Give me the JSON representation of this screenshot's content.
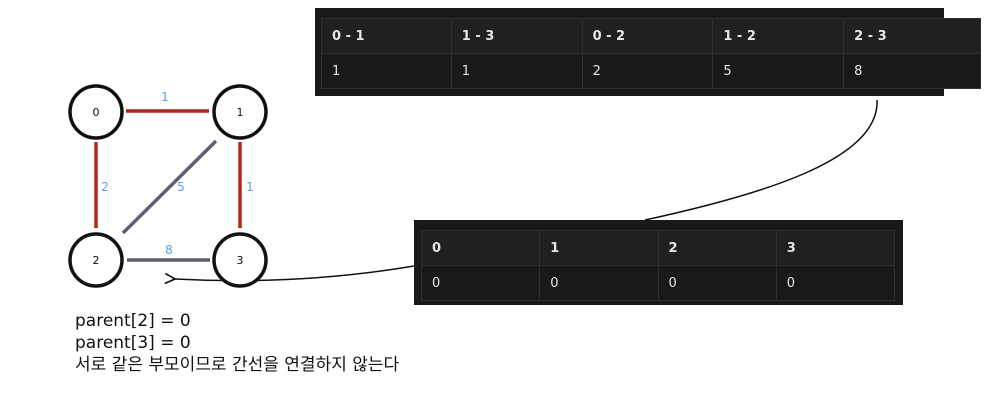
{
  "edge_table": {
    "headers": [
      "0 - 1",
      "1 - 3",
      "0 - 2",
      "1 - 2",
      "2 - 3"
    ],
    "values": [
      "1",
      "1",
      "2",
      "5",
      "8"
    ]
  },
  "parent_table": {
    "headers": [
      "0",
      "1",
      "2",
      "3"
    ],
    "values": [
      "0",
      "0",
      "0",
      "0"
    ]
  },
  "graph": {
    "nodes": [
      "0",
      "1",
      "2",
      "3"
    ],
    "edges": [
      {
        "from": "0",
        "to": "1",
        "weight": "1",
        "color": "#b3261e"
      },
      {
        "from": "1",
        "to": "3",
        "weight": "1",
        "color": "#b3261e"
      },
      {
        "from": "0",
        "to": "2",
        "weight": "2",
        "color": "#b3261e"
      },
      {
        "from": "1",
        "to": "2",
        "weight": "5",
        "color": "#615e73"
      },
      {
        "from": "2",
        "to": "3",
        "weight": "8",
        "color": "#615e73"
      }
    ]
  },
  "notes": {
    "line1": "parent[2] = 0",
    "line2": "parent[3] = 0",
    "line3": "서로 같은 부모이므로 간선을 연결하지 않는다"
  },
  "colors": {
    "panel_bg": "#191919",
    "selected_edge": "#b3261e",
    "unselected_edge": "#615e73",
    "weight_text": "#5aa0e6"
  }
}
